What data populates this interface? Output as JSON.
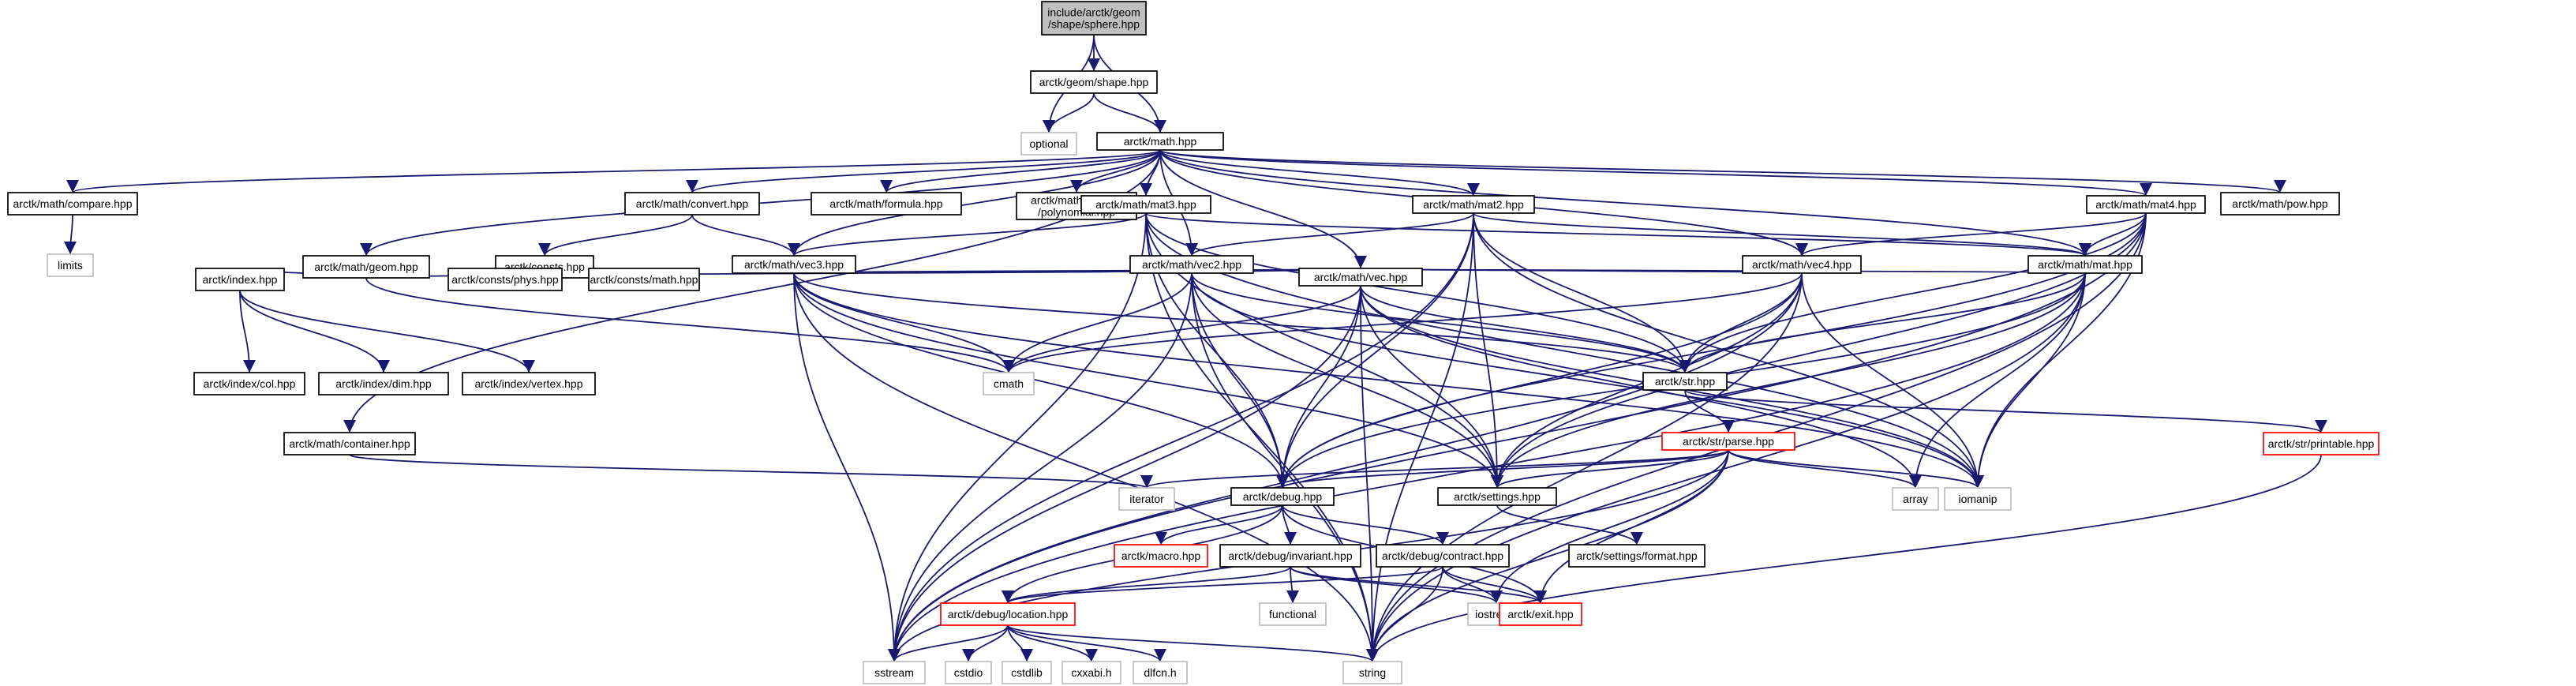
{
  "colors": {
    "edge": "#191970",
    "node_border": "#000000",
    "node_fill": "#ffffff",
    "root_fill": "#bfbfbf",
    "truncated_border": "#ff0000",
    "system_border": "#bfbfbf"
  },
  "nodes": [
    {
      "id": "root",
      "lines": [
        "include/arctk/geom",
        "/shape/sphere.hpp"
      ],
      "kind": "root"
    },
    {
      "id": "shape",
      "lines": [
        "arctk/geom/shape.hpp"
      ],
      "kind": "normal"
    },
    {
      "id": "optional",
      "lines": [
        "optional"
      ],
      "kind": "system"
    },
    {
      "id": "math",
      "lines": [
        "arctk/math.hpp"
      ],
      "kind": "normal"
    },
    {
      "id": "compare",
      "lines": [
        "arctk/math/compare.hpp"
      ],
      "kind": "normal"
    },
    {
      "id": "limits",
      "lines": [
        "limits"
      ],
      "kind": "system"
    },
    {
      "id": "convert",
      "lines": [
        "arctk/math/convert.hpp"
      ],
      "kind": "normal"
    },
    {
      "id": "formula",
      "lines": [
        "arctk/math/formula.hpp"
      ],
      "kind": "normal"
    },
    {
      "id": "polynomial",
      "lines": [
        "arctk/math/formula",
        "/polynomial.hpp"
      ],
      "kind": "normal"
    },
    {
      "id": "mat3",
      "lines": [
        "arctk/math/mat3.hpp"
      ],
      "kind": "normal"
    },
    {
      "id": "mat2",
      "lines": [
        "arctk/math/mat2.hpp"
      ],
      "kind": "normal"
    },
    {
      "id": "mat4",
      "lines": [
        "arctk/math/mat4.hpp"
      ],
      "kind": "normal"
    },
    {
      "id": "pow",
      "lines": [
        "arctk/math/pow.hpp"
      ],
      "kind": "normal"
    },
    {
      "id": "geom",
      "lines": [
        "arctk/math/geom.hpp"
      ],
      "kind": "normal"
    },
    {
      "id": "consts",
      "lines": [
        "arctk/consts.hpp"
      ],
      "kind": "normal"
    },
    {
      "id": "vec3",
      "lines": [
        "arctk/math/vec3.hpp"
      ],
      "kind": "normal"
    },
    {
      "id": "vec2",
      "lines": [
        "arctk/math/vec2.hpp"
      ],
      "kind": "normal"
    },
    {
      "id": "vec4",
      "lines": [
        "arctk/math/vec4.hpp"
      ],
      "kind": "normal"
    },
    {
      "id": "mat",
      "lines": [
        "arctk/math/mat.hpp"
      ],
      "kind": "normal"
    },
    {
      "id": "index",
      "lines": [
        "arctk/index.hpp"
      ],
      "kind": "normal"
    },
    {
      "id": "phys",
      "lines": [
        "arctk/consts/phys.hpp"
      ],
      "kind": "normal"
    },
    {
      "id": "cmath_c",
      "lines": [
        "arctk/consts/math.hpp"
      ],
      "kind": "normal"
    },
    {
      "id": "vec",
      "lines": [
        "arctk/math/vec.hpp"
      ],
      "kind": "normal"
    },
    {
      "id": "col",
      "lines": [
        "arctk/index/col.hpp"
      ],
      "kind": "normal"
    },
    {
      "id": "dim",
      "lines": [
        "arctk/index/dim.hpp"
      ],
      "kind": "normal"
    },
    {
      "id": "vertex",
      "lines": [
        "arctk/index/vertex.hpp"
      ],
      "kind": "normal"
    },
    {
      "id": "cmath",
      "lines": [
        "cmath"
      ],
      "kind": "system"
    },
    {
      "id": "str",
      "lines": [
        "arctk/str.hpp"
      ],
      "kind": "normal"
    },
    {
      "id": "container",
      "lines": [
        "arctk/math/container.hpp"
      ],
      "kind": "normal"
    },
    {
      "id": "parse",
      "lines": [
        "arctk/str/parse.hpp"
      ],
      "kind": "truncated"
    },
    {
      "id": "printable",
      "lines": [
        "arctk/str/printable.hpp"
      ],
      "kind": "truncated"
    },
    {
      "id": "iterator",
      "lines": [
        "iterator"
      ],
      "kind": "system"
    },
    {
      "id": "debug",
      "lines": [
        "arctk/debug.hpp"
      ],
      "kind": "normal"
    },
    {
      "id": "settings",
      "lines": [
        "arctk/settings.hpp"
      ],
      "kind": "normal"
    },
    {
      "id": "array",
      "lines": [
        "array"
      ],
      "kind": "system"
    },
    {
      "id": "iomanip",
      "lines": [
        "iomanip"
      ],
      "kind": "system"
    },
    {
      "id": "macro",
      "lines": [
        "arctk/macro.hpp"
      ],
      "kind": "truncated"
    },
    {
      "id": "invariant",
      "lines": [
        "arctk/debug/invariant.hpp"
      ],
      "kind": "normal"
    },
    {
      "id": "contract",
      "lines": [
        "arctk/debug/contract.hpp"
      ],
      "kind": "normal"
    },
    {
      "id": "sformat",
      "lines": [
        "arctk/settings/format.hpp"
      ],
      "kind": "normal"
    },
    {
      "id": "functional",
      "lines": [
        "functional"
      ],
      "kind": "system"
    },
    {
      "id": "location",
      "lines": [
        "arctk/debug/location.hpp"
      ],
      "kind": "truncated"
    },
    {
      "id": "iostream",
      "lines": [
        "iostream"
      ],
      "kind": "system"
    },
    {
      "id": "exit",
      "lines": [
        "arctk/exit.hpp"
      ],
      "kind": "truncated"
    },
    {
      "id": "sstream",
      "lines": [
        "sstream"
      ],
      "kind": "system"
    },
    {
      "id": "cstdio",
      "lines": [
        "cstdio"
      ],
      "kind": "system"
    },
    {
      "id": "cstdlib",
      "lines": [
        "cstdlib"
      ],
      "kind": "system"
    },
    {
      "id": "cxxabi",
      "lines": [
        "cxxabi.h"
      ],
      "kind": "system"
    },
    {
      "id": "dlfcn",
      "lines": [
        "dlfcn.h"
      ],
      "kind": "system"
    },
    {
      "id": "string",
      "lines": [
        "string"
      ],
      "kind": "system"
    }
  ],
  "edges": [
    [
      "root",
      "shape"
    ],
    [
      "root",
      "optional"
    ],
    [
      "root",
      "math"
    ],
    [
      "shape",
      "optional"
    ],
    [
      "shape",
      "math"
    ],
    [
      "math",
      "compare"
    ],
    [
      "math",
      "convert"
    ],
    [
      "math",
      "formula"
    ],
    [
      "math",
      "polynomial"
    ],
    [
      "math",
      "mat3"
    ],
    [
      "math",
      "mat2"
    ],
    [
      "math",
      "mat4"
    ],
    [
      "math",
      "pow"
    ],
    [
      "math",
      "geom"
    ],
    [
      "math",
      "vec3"
    ],
    [
      "math",
      "vec2"
    ],
    [
      "math",
      "vec4"
    ],
    [
      "math",
      "mat"
    ],
    [
      "math",
      "vec"
    ],
    [
      "math",
      "container"
    ],
    [
      "compare",
      "limits"
    ],
    [
      "convert",
      "consts"
    ],
    [
      "convert",
      "vec3"
    ],
    [
      "consts",
      "phys"
    ],
    [
      "consts",
      "cmath_c"
    ],
    [
      "geom",
      "index"
    ],
    [
      "geom",
      "vec"
    ],
    [
      "geom",
      "cmath"
    ],
    [
      "index",
      "col"
    ],
    [
      "index",
      "dim"
    ],
    [
      "index",
      "vertex"
    ],
    [
      "mat3",
      "vec3"
    ],
    [
      "mat3",
      "mat"
    ],
    [
      "mat3",
      "str"
    ],
    [
      "mat3",
      "settings"
    ],
    [
      "mat3",
      "debug"
    ],
    [
      "mat3",
      "sstream"
    ],
    [
      "mat3",
      "string"
    ],
    [
      "mat3",
      "iomanip"
    ],
    [
      "mat2",
      "vec2"
    ],
    [
      "mat2",
      "mat"
    ],
    [
      "mat2",
      "str"
    ],
    [
      "mat2",
      "settings"
    ],
    [
      "mat2",
      "debug"
    ],
    [
      "mat2",
      "sstream"
    ],
    [
      "mat2",
      "string"
    ],
    [
      "mat2",
      "iomanip"
    ],
    [
      "mat4",
      "vec4"
    ],
    [
      "mat4",
      "mat"
    ],
    [
      "mat4",
      "str"
    ],
    [
      "mat4",
      "settings"
    ],
    [
      "mat4",
      "debug"
    ],
    [
      "mat4",
      "sstream"
    ],
    [
      "mat4",
      "string"
    ],
    [
      "mat4",
      "iomanip"
    ],
    [
      "vec3",
      "vec"
    ],
    [
      "vec3",
      "cmath"
    ],
    [
      "vec3",
      "str"
    ],
    [
      "vec3",
      "settings"
    ],
    [
      "vec3",
      "debug"
    ],
    [
      "vec3",
      "sstream"
    ],
    [
      "vec3",
      "string"
    ],
    [
      "vec3",
      "iomanip"
    ],
    [
      "vec2",
      "vec"
    ],
    [
      "vec2",
      "cmath"
    ],
    [
      "vec2",
      "str"
    ],
    [
      "vec2",
      "settings"
    ],
    [
      "vec2",
      "debug"
    ],
    [
      "vec2",
      "sstream"
    ],
    [
      "vec2",
      "string"
    ],
    [
      "vec2",
      "iomanip"
    ],
    [
      "vec4",
      "vec"
    ],
    [
      "vec4",
      "cmath"
    ],
    [
      "vec4",
      "str"
    ],
    [
      "vec4",
      "settings"
    ],
    [
      "vec4",
      "debug"
    ],
    [
      "vec4",
      "sstream"
    ],
    [
      "vec4",
      "string"
    ],
    [
      "vec4",
      "iomanip"
    ],
    [
      "mat",
      "vec"
    ],
    [
      "mat",
      "str"
    ],
    [
      "mat",
      "settings"
    ],
    [
      "mat",
      "debug"
    ],
    [
      "mat",
      "array"
    ],
    [
      "mat",
      "sstream"
    ],
    [
      "mat",
      "string"
    ],
    [
      "mat",
      "iomanip"
    ],
    [
      "vec",
      "cmath"
    ],
    [
      "vec",
      "str"
    ],
    [
      "vec",
      "settings"
    ],
    [
      "vec",
      "debug"
    ],
    [
      "vec",
      "array"
    ],
    [
      "vec",
      "sstream"
    ],
    [
      "vec",
      "string"
    ],
    [
      "vec",
      "iomanip"
    ],
    [
      "container",
      "iterator"
    ],
    [
      "str",
      "parse"
    ],
    [
      "str",
      "printable"
    ],
    [
      "parse",
      "iterator"
    ],
    [
      "parse",
      "debug"
    ],
    [
      "parse",
      "settings"
    ],
    [
      "parse",
      "array"
    ],
    [
      "parse",
      "iomanip"
    ],
    [
      "parse",
      "exit"
    ],
    [
      "parse",
      "iostream"
    ],
    [
      "parse",
      "sstream"
    ],
    [
      "parse",
      "string"
    ],
    [
      "printable",
      "string"
    ],
    [
      "debug",
      "macro"
    ],
    [
      "debug",
      "invariant"
    ],
    [
      "debug",
      "contract"
    ],
    [
      "debug",
      "location"
    ],
    [
      "debug",
      "exit"
    ],
    [
      "invariant",
      "functional"
    ],
    [
      "invariant",
      "iostream"
    ],
    [
      "invariant",
      "exit"
    ],
    [
      "invariant",
      "location"
    ],
    [
      "contract",
      "iostream"
    ],
    [
      "contract",
      "exit"
    ],
    [
      "contract",
      "location"
    ],
    [
      "contract",
      "string"
    ],
    [
      "settings",
      "sformat"
    ],
    [
      "location",
      "sstream"
    ],
    [
      "location",
      "cstdio"
    ],
    [
      "location",
      "cstdlib"
    ],
    [
      "location",
      "cxxabi"
    ],
    [
      "location",
      "dlfcn"
    ],
    [
      "location",
      "string"
    ]
  ]
}
